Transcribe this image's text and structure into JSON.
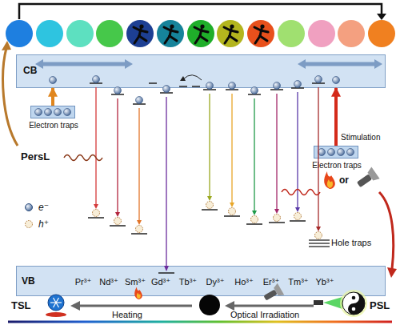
{
  "diagram": {
    "nodes": [
      {
        "text": [
          "CB"
        ]
      },
      {
        "text": [
          "Electron traps"
        ]
      },
      {
        "text": [
          "Electron traps"
        ]
      },
      {
        "text": [
          "VB",
          "Pr³⁺",
          "Nd³⁺",
          "Sm³⁺",
          "Gd³⁺",
          "Tb³⁺",
          "Dy³⁺",
          "Ho³⁺",
          "Er³⁺",
          "Tm³⁺",
          "Yb³⁺"
        ]
      }
    ],
    "edges": [
      {
        "from": 1,
        "to": 0,
        "arrow": "to"
      },
      {
        "from": 2,
        "to": 0,
        "arrow": "to",
        "label": "Stimulation"
      }
    ],
    "labels": [
      "PersL",
      "or",
      "Hole traps",
      "TSL",
      "Heating",
      "Optical Irradiation",
      "PSL"
    ],
    "legend": [
      {
        "text": "e⁻"
      },
      {
        "text": "h⁺"
      }
    ]
  }
}
